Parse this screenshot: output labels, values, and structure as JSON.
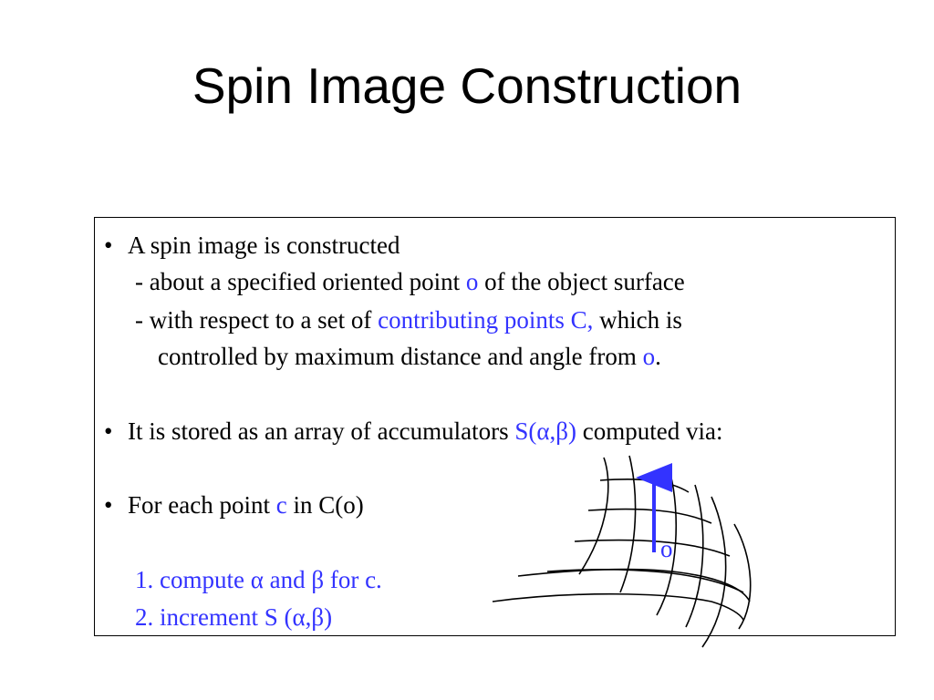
{
  "title": "Spin Image Construction",
  "bullets": {
    "b1": {
      "bullet": "•",
      "text": "A spin image is constructed"
    },
    "b1_sub1": {
      "prefix": "- about a specified oriented point ",
      "highlight": "o",
      "suffix": " of the object surface"
    },
    "b1_sub2": {
      "prefix": "-  with respect to a set of ",
      "highlight": "contributing points C,",
      "suffix": " which is"
    },
    "b1_sub2_cont": {
      "prefix": "controlled by maximum distance and angle from ",
      "highlight": "o",
      "suffix": "."
    },
    "b2": {
      "bullet": "•",
      "prefix": "It is stored as an array of accumulators ",
      "highlight": "S(α,β)",
      "suffix": " computed via:"
    },
    "b3": {
      "bullet": "•",
      "prefix": "For each point ",
      "highlight": "c",
      "suffix": " in C(o)"
    },
    "steps": {
      "step1": "1. compute α and β for c.",
      "step2": "2. increment S (α,β)"
    }
  },
  "diagram": {
    "point_label": "o",
    "arrow_color": "#3333ff",
    "grid_color": "#000000"
  },
  "colors": {
    "highlight": "#3333ff",
    "text": "#000000",
    "border": "#000000"
  }
}
